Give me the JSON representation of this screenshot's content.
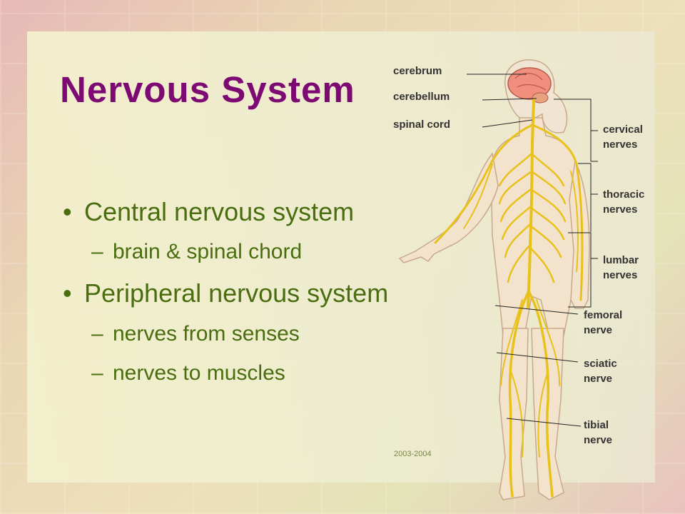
{
  "slide": {
    "title": "Nervous System",
    "bullets": [
      {
        "text": "Central nervous system",
        "subs": [
          "brain & spinal chord"
        ]
      },
      {
        "text": "Peripheral nervous system",
        "subs": [
          "nerves from senses",
          "nerves to muscles"
        ]
      }
    ],
    "year": "2003-2004"
  },
  "diagram": {
    "labels": {
      "cerebrum": "cerebrum",
      "cerebellum": "cerebellum",
      "spinal_cord": "spinal cord",
      "cervical": [
        "cervical",
        "nerves"
      ],
      "thoracic": [
        "thoracic",
        "nerves"
      ],
      "lumbar": [
        "lumbar",
        "nerves"
      ],
      "femoral": [
        "femoral",
        "nerve"
      ],
      "sciatic": [
        "sciatic",
        "nerve"
      ],
      "tibial": [
        "tibial",
        "nerve"
      ]
    },
    "colors": {
      "title": "#7d0a73",
      "bullet_text": "#4a6d10",
      "skin": "#f3e2cc",
      "nerve": "#e8c21a",
      "brain": "#f08f7e"
    }
  }
}
